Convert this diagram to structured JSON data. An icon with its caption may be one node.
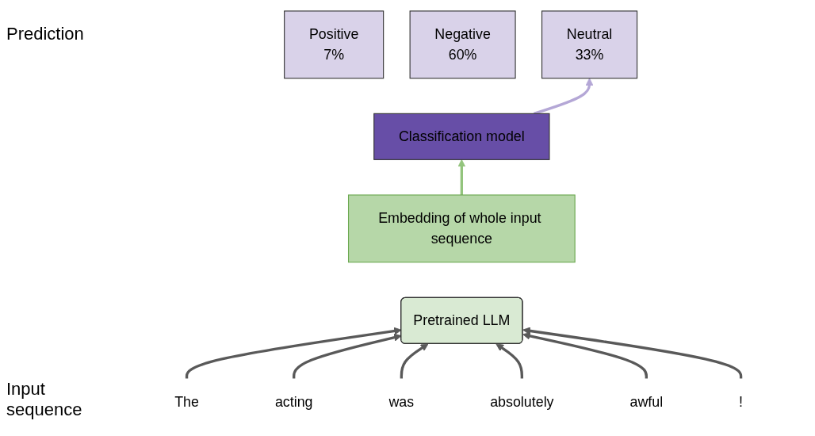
{
  "diagram": {
    "nodes": [
      {
        "text": [
          "Positive",
          "7%"
        ]
      },
      {
        "text": [
          "Neutral",
          "33%"
        ]
      },
      {
        "text": [
          "Negative",
          "60%"
        ]
      },
      {
        "text": [
          "Classification model"
        ]
      },
      {
        "text": [
          "Embedding of whole input sequence"
        ]
      },
      {
        "text": [
          "Pretrained LLM"
        ]
      },
      {
        "text": [
          "The"
        ]
      },
      {
        "text": [
          "acting"
        ]
      },
      {
        "text": [
          "was"
        ]
      },
      {
        "text": [
          "absolutely"
        ]
      },
      {
        "text": [
          "awful"
        ]
      },
      {
        "text": [
          "!"
        ]
      }
    ],
    "edges": [
      {
        "from": 3,
        "to": 1,
        "arrow": "to",
        "color": "#b4a7d6"
      },
      {
        "from": 4,
        "to": 3,
        "arrow": "to",
        "color": "#93c47d"
      },
      {
        "from": 6,
        "to": 5,
        "arrow": "to"
      },
      {
        "from": 7,
        "to": 5,
        "arrow": "to"
      },
      {
        "from": 8,
        "to": 5,
        "arrow": "to"
      },
      {
        "from": 9,
        "to": 5,
        "arrow": "to"
      },
      {
        "from": 10,
        "to": 5,
        "arrow": "to"
      },
      {
        "from": 11,
        "to": 5,
        "arrow": "to"
      }
    ],
    "labels": [
      "Prediction",
      "Input sequence"
    ]
  }
}
